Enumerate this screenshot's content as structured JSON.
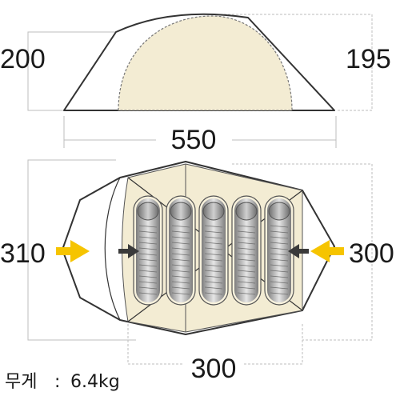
{
  "side_view": {
    "height_left": "200",
    "height_right": "195"
  },
  "dimensions": {
    "length": "550",
    "width_left": "310",
    "width_right": "300",
    "inner_length": "300"
  },
  "weight": {
    "label": "무게",
    "separator": ":",
    "value": "6.4kg"
  },
  "sleeping_bags": {
    "count": 5
  },
  "colors": {
    "outline": "#333333",
    "fly_fill": "#ffffff",
    "inner_fill": "#f3ecd3",
    "dim_line": "#bdbdbd",
    "arrow_yellow": "#f6c400",
    "arrow_dark": "#3a3a3a",
    "bag_light": "#d9d9d9",
    "bag_dark": "#8c8c8c"
  }
}
